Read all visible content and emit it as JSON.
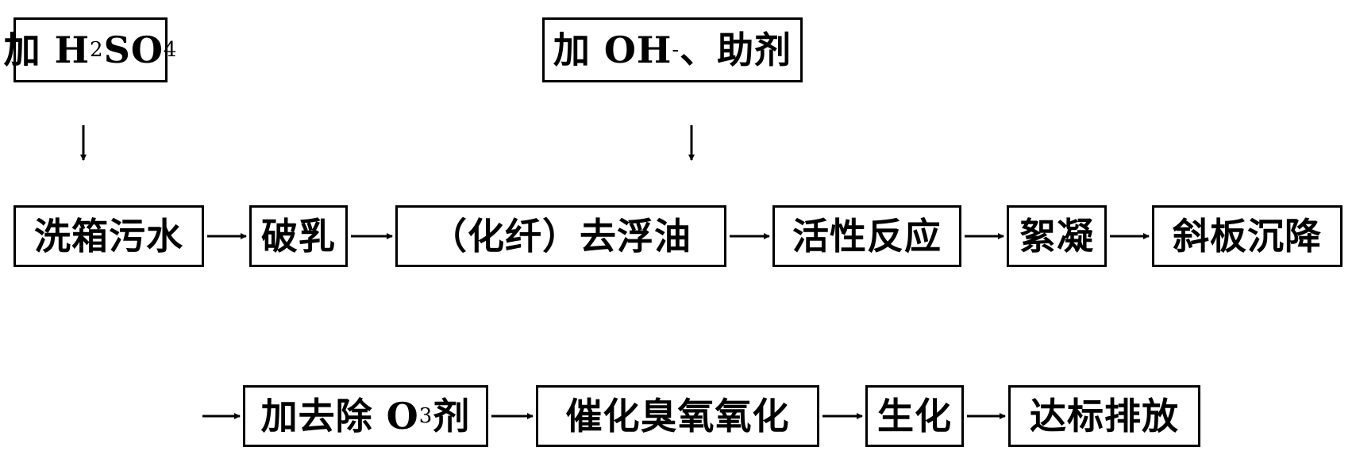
{
  "inputs": {
    "acid": {
      "prefix": "加 H",
      "sub1": "2",
      "mid": "SO",
      "sub2": "4"
    },
    "base": {
      "prefix": "加 OH",
      "sup": "-",
      "suffix": "、助剂"
    }
  },
  "row1": {
    "wash_water": "洗箱污水",
    "demulsify": "破乳",
    "remove_oil": "（化纤）去浮油",
    "active_reaction": "活性反应",
    "flocculation": "絮凝",
    "inclined_settling": "斜板沉降"
  },
  "row2": {
    "add_o3_remover": {
      "prefix": "加去除 O",
      "sub": "3",
      "suffix": "剂"
    },
    "catalytic_ozonation": "催化臭氧氧化",
    "biochemical": "生化",
    "discharge": "达标排放"
  }
}
